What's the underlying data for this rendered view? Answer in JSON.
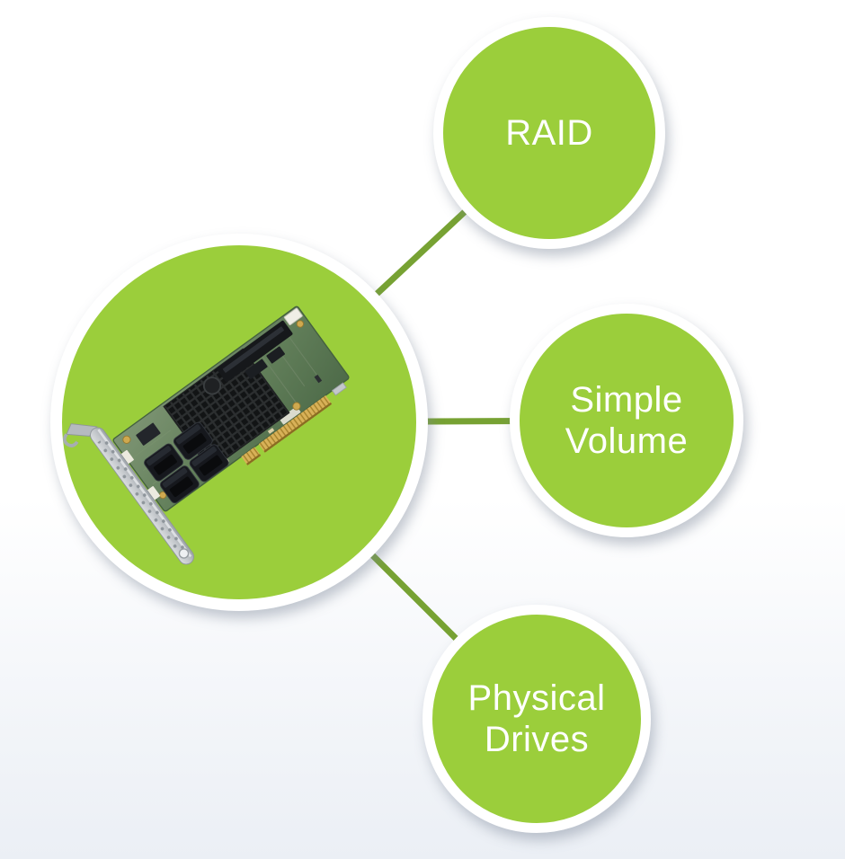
{
  "diagram": {
    "type": "hub-and-spoke",
    "hub": {
      "id": "adapter-card",
      "image_name": "raid-adapter-card-photo",
      "image_parts": [
        "pci-bracket",
        "green-pcb",
        "pin-fin-heatsink",
        "mini-sas-connectors",
        "pcie-gold-edge"
      ]
    },
    "nodes": [
      {
        "id": "raid",
        "label": "RAID"
      },
      {
        "id": "simple-volume",
        "label": "Simple Volume"
      },
      {
        "id": "physical-drives",
        "label": "Physical Drives"
      }
    ],
    "edges": [
      [
        "adapter-card",
        "raid"
      ],
      [
        "adapter-card",
        "simple-volume"
      ],
      [
        "adapter-card",
        "physical-drives"
      ]
    ],
    "colors": {
      "node_fill": "#9bce3b",
      "node_ring": "#ffffff",
      "connector_line": "#77a233",
      "label_text": "#ffffff",
      "background_top": "#ffffff",
      "background_bottom": "#ebeff5"
    }
  }
}
